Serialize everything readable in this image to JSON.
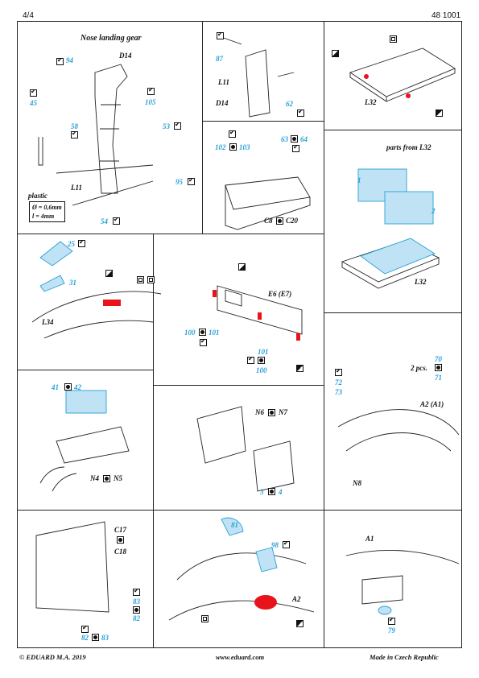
{
  "header": {
    "page": "4/4",
    "code": "48 1001"
  },
  "footer": {
    "copyright": "© EDUARD  M.A. 2019",
    "website": "www.eduard.com",
    "origin": "Made in Czech Republic"
  },
  "panel_nose": {
    "title": "Nose landing gear",
    "labels": {
      "d14": "D14",
      "p94": "94",
      "p105": "105",
      "p45": "45",
      "p58": "58",
      "p53": "53",
      "p95": "95",
      "l11": "L11",
      "p54": "54",
      "plastic": "plastic"
    },
    "note_lines": [
      "Ø = 0,6mm",
      "l = 4mm"
    ]
  },
  "panel_strut": {
    "labels": {
      "p87": "87",
      "l11": "L11",
      "d14": "D14",
      "p62": "62"
    }
  },
  "panel_l32_top": {
    "labels": {
      "l32": "L32"
    }
  },
  "panel_c8": {
    "labels": {
      "p102": "102",
      "p103": "103",
      "p63": "63",
      "p64": "64",
      "c8": "C8",
      "c20": "C20"
    }
  },
  "panel_l32_parts": {
    "labels": {
      "from": "parts from L32",
      "p1": "1",
      "p2": "2",
      "l32": "L32"
    }
  },
  "panel_l34": {
    "labels": {
      "p25": "25",
      "p31": "31",
      "l34": "L34"
    }
  },
  "panel_e6": {
    "labels": {
      "e6": "E6  (E7)",
      "p100a": "100",
      "p101a": "101",
      "p101b": "101",
      "p100b": "100"
    }
  },
  "panel_a2a1": {
    "labels": {
      "p72": "72",
      "p73": "73",
      "p70": "70",
      "p71": "71",
      "pcs": "2 pcs.",
      "a2": "A2  (A1)",
      "n8": "N8"
    }
  },
  "panel_n4": {
    "labels": {
      "p41": "41",
      "p42": "42",
      "n4": "N4",
      "n5": "N5"
    }
  },
  "panel_n6": {
    "labels": {
      "n6": "N6",
      "n7": "N7",
      "p3": "3",
      "p4": "4"
    }
  },
  "panel_c17": {
    "labels": {
      "c17": "C17",
      "c18": "C18",
      "p83": "83",
      "p82": "82",
      "p82b": "82",
      "p83b": "83"
    }
  },
  "panel_a2": {
    "labels": {
      "p81": "81",
      "p98": "98",
      "a2": "A2"
    }
  },
  "panel_a1": {
    "labels": {
      "a1": "A1",
      "p79": "79"
    }
  },
  "colors": {
    "part_blue": "#2a9fd6",
    "paint_red": "#e8131b",
    "frame": "#222222"
  },
  "icons": [
    "check-icon",
    "color-icon",
    "half-square-icon",
    "frame-icon"
  ]
}
